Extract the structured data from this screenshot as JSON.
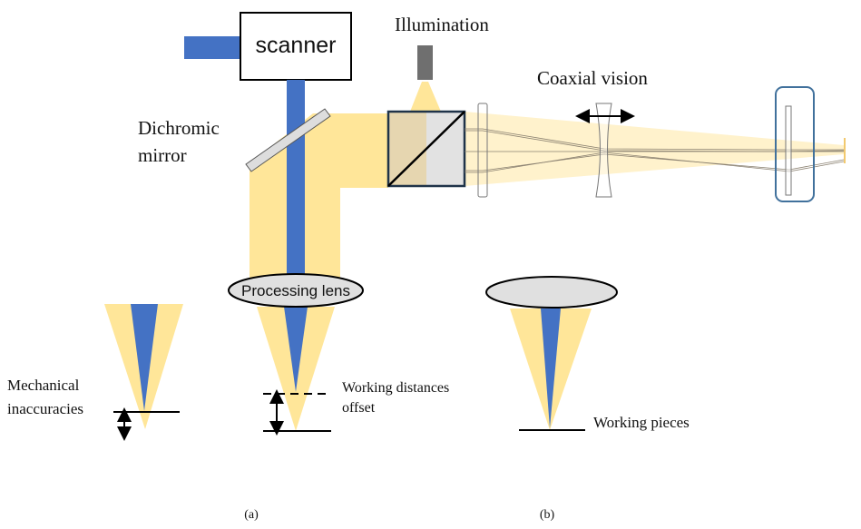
{
  "labels": {
    "scanner": "scanner",
    "illumination": "Illumination",
    "coaxial_vision": "Coaxial vision",
    "dichromic_line1": "Dichromic",
    "dichromic_line2": "mirror",
    "processing_lens": "Processing lens",
    "mechanical_line1": "Mechanical",
    "mechanical_line2": "inaccuracies",
    "working_distances_line1": "Working distances",
    "working_distances_line2": "offset",
    "working_pieces": "Working pieces",
    "panel_a": "(a)",
    "panel_b": "(b)"
  },
  "colors": {
    "laser_blue": "#4472c4",
    "light_yellow": "#ffe699",
    "pale_yellow": "#fff2cc",
    "lens_gray": "#e0e0e0",
    "cube_tan": "#e6d6b0",
    "frame_blue": "#41719c"
  }
}
